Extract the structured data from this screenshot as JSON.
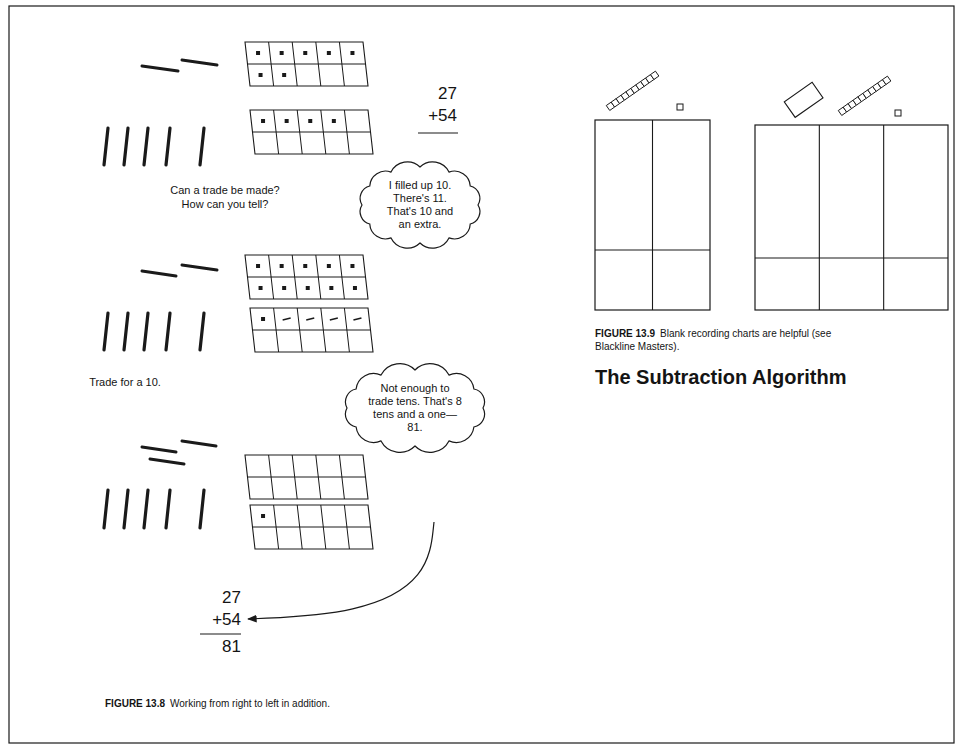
{
  "diagram": {
    "title": "The Subtraction Algorithm",
    "nodes": [
      {
        "text": [
          "I filled up 10. There's 11. That's 10 and an extra."
        ]
      },
      {
        "text": [
          "Not enough to trade tens. That's 8 tens and a one—81."
        ]
      }
    ],
    "labels": [
      "27",
      "+54",
      "Can a trade be made?",
      "How can you tell?",
      "Trade for a 10.",
      "27",
      "+54",
      "81",
      "FIGURE 13.8",
      "Working from right to left in addition.",
      "FIGURE 13.9",
      "Blank recording charts are helpful (see Blackline Masters)."
    ]
  }
}
